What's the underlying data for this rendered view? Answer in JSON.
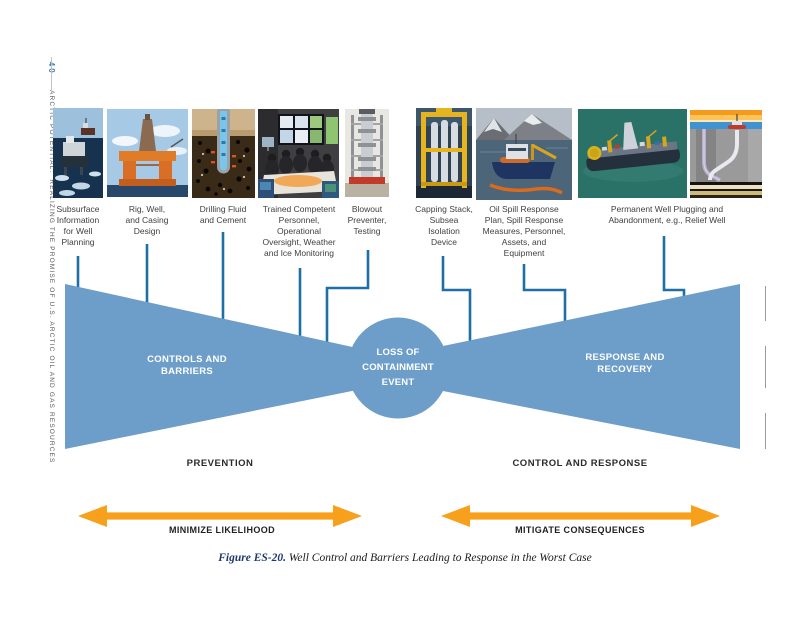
{
  "sidebar": {
    "page_number": "40",
    "title": "ARCTIC POTENTIAL:  REALIZING THE PROMISE OF U.S. ARCTIC OIL AND GAS RESOURCES"
  },
  "figure": {
    "barriers": [
      {
        "label": "Subsurface\nInformation\nfor Well\nPlanning"
      },
      {
        "label": "Rig, Well,\nand Casing\nDesign"
      },
      {
        "label": "Drilling Fluid\nand Cement"
      },
      {
        "label": "Trained Competent\nPersonnel,\nOperational\nOversight, Weather\nand Ice Monitoring"
      },
      {
        "label": "Blowout\nPreventer,\nTesting"
      },
      {
        "label": "Capping Stack,\nSubsea\nIsolation\nDevice"
      },
      {
        "label": "Oil Spill Response\nPlan, Spill Response\nMeasures, Personnel,\nAssets, and\nEquipment"
      },
      {
        "label": "Permanent Well Plugging and\nAbandonment, e.g., Relief Well"
      }
    ],
    "wings": {
      "left": "CONTROLS AND\nBARRIERS",
      "right": "RESPONSE AND\nRECOVERY"
    },
    "center_event": "LOSS OF\nCONTAINMENT\nEVENT",
    "phase_left": "PREVENTION",
    "phase_right": "CONTROL AND RESPONSE",
    "arrow_left": "MINIMIZE LIKELIHOOD",
    "arrow_right": "MITIGATE CONSEQUENCES"
  },
  "caption": {
    "figure_label": "Figure ES-20.",
    "figure_title": " Well Control and Barriers Leading to Response in the Worst Case"
  },
  "colors": {
    "bowtie_blue": "#6d9ec9",
    "connector_blue": "#1e6fa6",
    "arrow_orange": "#F6A01B",
    "caption_navy": "#1f3a6e",
    "page_number_blue": "#3d7ab5"
  }
}
